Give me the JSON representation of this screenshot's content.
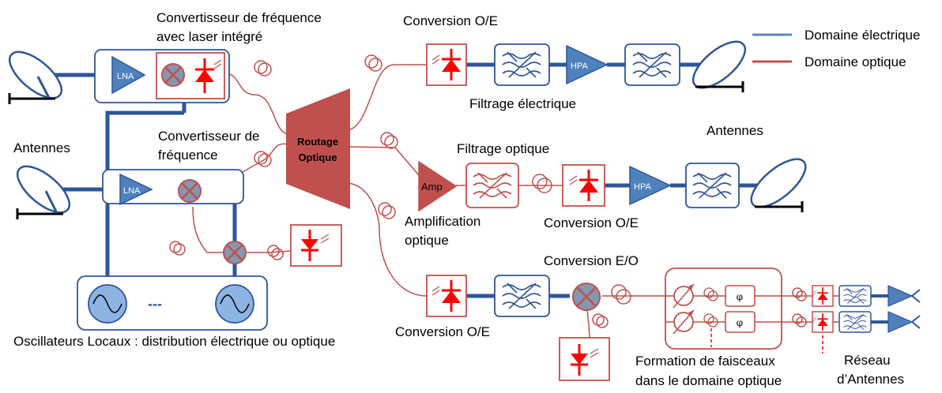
{
  "legend": {
    "electrical": "Domaine électrique",
    "optical": "Domaine optique"
  },
  "labels": {
    "converter_laser_1": "Convertisseur de fréquence",
    "converter_laser_2": "avec laser intégré",
    "converter_1": "Convertisseur de",
    "converter_2": "fréquence",
    "antennas_left": "Antennes",
    "antennas_right": "Antennes",
    "routing_1": "Routage",
    "routing_2": "Optique",
    "conv_oe_top": "Conversion O/E",
    "filtrage_electrique": "Filtrage électrique",
    "filtrage_optique": "Filtrage optique",
    "amp": "Amp",
    "amplification_1": "Amplification",
    "amplification_2": "optique",
    "conv_oe_mid": "Conversion O/E",
    "conv_eo": "Conversion E/O",
    "conv_oe_bottom": "Conversion O/E",
    "oscillators": "Oscillateurs Locaux : distribution électrique ou optique",
    "beam_1": "Formation de faisceaux",
    "beam_2": "dans le domaine optique",
    "array_1": "Réseau",
    "array_2": "d’Antennes",
    "lna": "LNA",
    "hpa": "HPA",
    "phi": "φ",
    "dots": "---"
  },
  "colors": {
    "electrical": "#2f5597",
    "electrical_light": "#5b84c4",
    "optical": "#c0504d",
    "red_device": "#ff0000",
    "routing_fill": "#c0504d",
    "mixer_fill": "#8497b0"
  }
}
